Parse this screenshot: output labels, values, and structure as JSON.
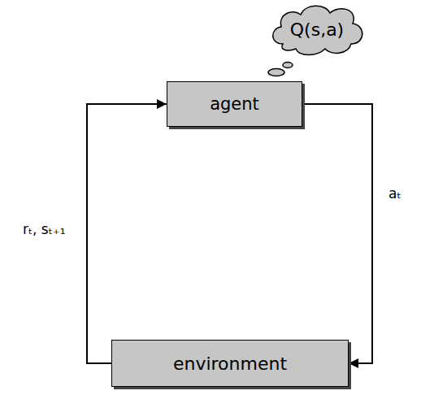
{
  "diagram": {
    "nodes": [
      {
        "text": [
          "Q(s,a)"
        ]
      },
      {
        "text": [
          "agent"
        ]
      },
      {
        "text": [
          "environment"
        ]
      }
    ],
    "edges": [
      {
        "from": 1,
        "to": 2,
        "label": "aₜ",
        "arrow": "to"
      },
      {
        "from": 2,
        "to": 1,
        "label": "rₜ, sₜ₊₁",
        "arrow": "to"
      }
    ]
  }
}
